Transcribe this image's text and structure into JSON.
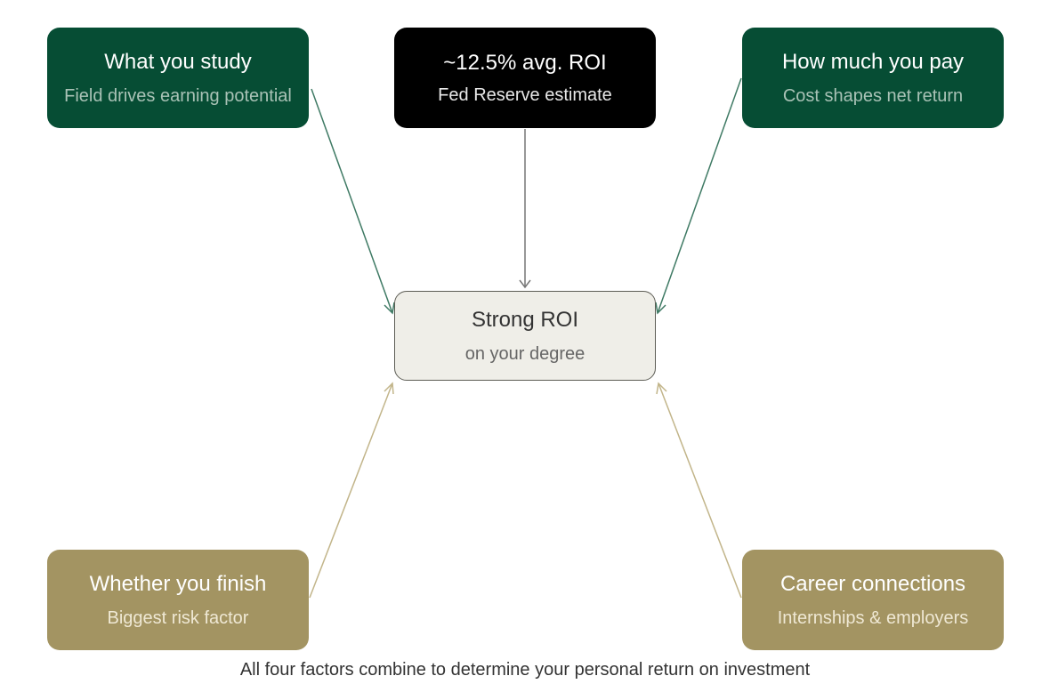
{
  "nodes": {
    "study": {
      "title": "What you study",
      "sub": "Field drives earning potential"
    },
    "roi": {
      "title": "~12.5% avg. ROI",
      "sub": "Fed Reserve estimate"
    },
    "pay": {
      "title": "How much you pay",
      "sub": "Cost shapes net return"
    },
    "center": {
      "title": "Strong ROI",
      "sub": "on your degree"
    },
    "finish": {
      "title": "Whether you finish",
      "sub": "Biggest risk factor"
    },
    "career": {
      "title": "Career connections",
      "sub": "Internships & employers"
    }
  },
  "caption": "All four factors combine to determine your personal return on investment",
  "colors": {
    "green": "#064d34",
    "black": "#000000",
    "gold": "#a39462",
    "center_fill": "#efeee8",
    "green_arrow": "#3f7a64",
    "gray_arrow": "#777777",
    "gold_arrow": "#c2b58a"
  }
}
